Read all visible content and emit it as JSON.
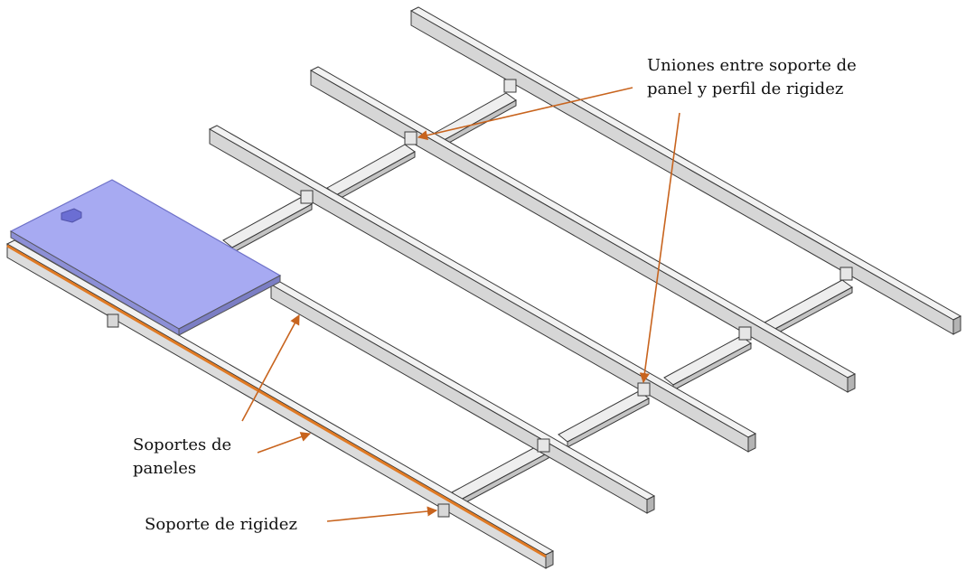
{
  "colors": {
    "annotation_arrow": "#c8641e",
    "panel_fill": "#a7aaf2",
    "panel_stroke": "#6e71c8",
    "beam_light": "#f4f4f4",
    "beam_mid": "#dddddd",
    "beam_dark": "#b8b8b8",
    "edge": "#3a3a3a",
    "highlight_edge": "#e07a24"
  },
  "labels": {
    "uniones_line1": "Uniones entre soporte de",
    "uniones_line2": "panel y perfil de rigidez",
    "soportes_line1": "Soportes de",
    "soportes_line2": "paneles",
    "soporte_rigidez": "Soporte de rigidez"
  },
  "icons": {
    "panel": "solar-panel-icon",
    "arrow": "annotation-arrow-icon"
  }
}
